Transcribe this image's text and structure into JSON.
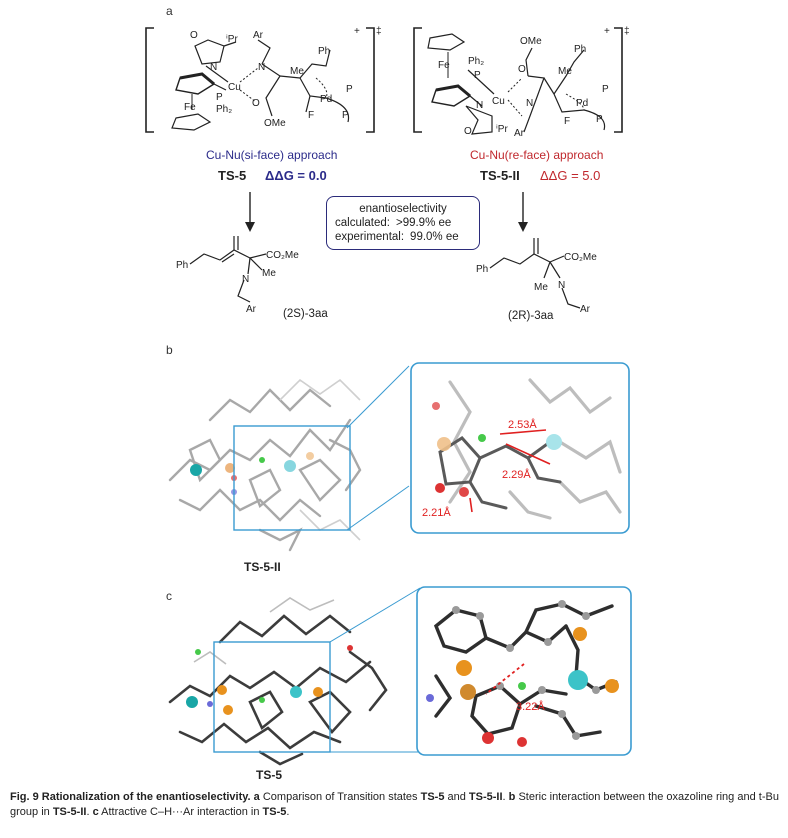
{
  "panel_a": {
    "label": "a",
    "left_ts": {
      "approach": "Cu-Nu(si-face) approach",
      "name": "TS-5",
      "ddg": "ΔΔG = 0.0",
      "charge": "+",
      "dagger": "‡"
    },
    "right_ts": {
      "approach": "Cu-Nu(re-face) approach",
      "name": "TS-5-II",
      "ddg": "ΔΔG = 5.0",
      "charge": "+",
      "dagger": "‡"
    },
    "ee_box": {
      "title": "enantioselectivity",
      "calc_label": "calculated:",
      "calc_value": ">99.9% ee",
      "exp_label": "experimental:",
      "exp_value": "99.0% ee"
    },
    "left_product": "(2S)-3aa",
    "right_product": "(2R)-3aa",
    "atom_labels": {
      "ipr": "ⁱPr",
      "ar": "Ar",
      "ph": "Ph",
      "fe": "Fe",
      "p": "P",
      "ph2": "Ph₂",
      "cu": "Cu",
      "n": "N",
      "o": "O",
      "ome": "OMe",
      "me": "Me",
      "pd": "Pd",
      "f": "F",
      "co2me": "CO₂Me"
    }
  },
  "panel_b": {
    "label": "b",
    "structure_name": "TS-5-II",
    "distances": [
      "2.53Å",
      "2.29Å",
      "2.21Å"
    ]
  },
  "panel_c": {
    "label": "c",
    "structure_name": "TS-5",
    "distances": [
      "3.22Å"
    ]
  },
  "caption": {
    "fig": "Fig. 9 Rationalization of the enantioselectivity.",
    "a_label": "a",
    "a_text": " Comparison of Transition states ",
    "a_ts1": "TS-5",
    "a_and": " and ",
    "a_ts2": "TS-5-II",
    "b_label": "b",
    "b_text": " Steric interaction between the oxazoline ring and t-Bu group in ",
    "b_ts": "TS-5-II",
    "c_label": "c",
    "c_text": " Attractive C–H···Ar interaction in ",
    "c_ts": "TS-5"
  },
  "colors": {
    "navy": "#2b2b8a",
    "red": "#c0282d",
    "frame_blue": "#3a9bd1",
    "cu_teal": "#3cc3c8",
    "p_orange": "#e8921e",
    "cl_green": "#46c94a",
    "o_red": "#d33",
    "n_blue": "#6a6ad8"
  }
}
